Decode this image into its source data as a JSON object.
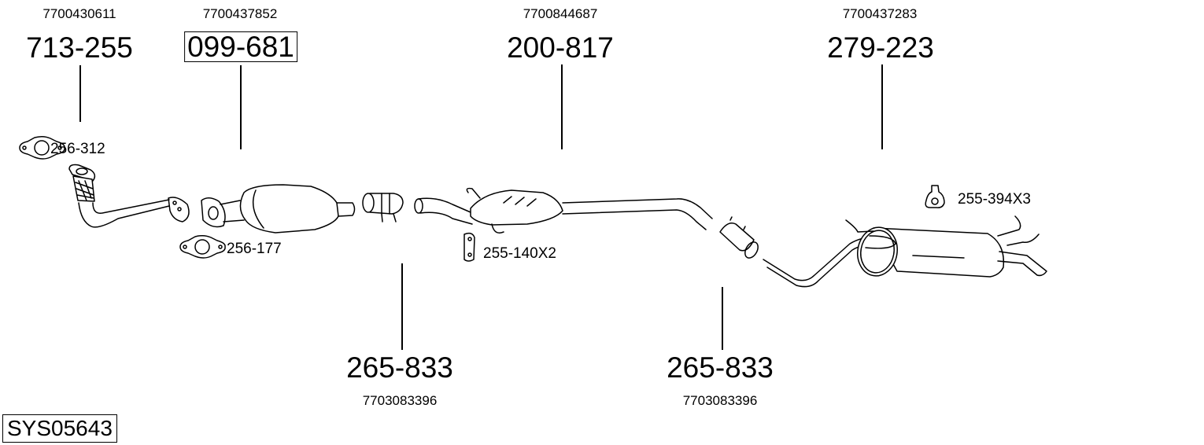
{
  "parts": [
    {
      "oe": "7700430611",
      "part_no": "713-255",
      "boxed": false
    },
    {
      "oe": "7700437852",
      "part_no": "099-681",
      "boxed": true
    },
    {
      "oe": "7700844687",
      "part_no": "200-817",
      "boxed": false
    },
    {
      "oe": "7700437283",
      "part_no": "279-223",
      "boxed": false
    },
    {
      "oe": "7703083396",
      "part_no": "265-833",
      "boxed": false
    },
    {
      "oe": "7703083396",
      "part_no": "265-833",
      "boxed": false
    }
  ],
  "accessories": [
    {
      "label": "256-312",
      "icon": "gasket-icon"
    },
    {
      "label": "256-177",
      "icon": "gasket-icon"
    },
    {
      "label": "255-140X2",
      "icon": "rubber-hanger-icon"
    },
    {
      "label": "255-394X3",
      "icon": "rubber-mount-icon"
    }
  ],
  "system_id": "SYS05643"
}
